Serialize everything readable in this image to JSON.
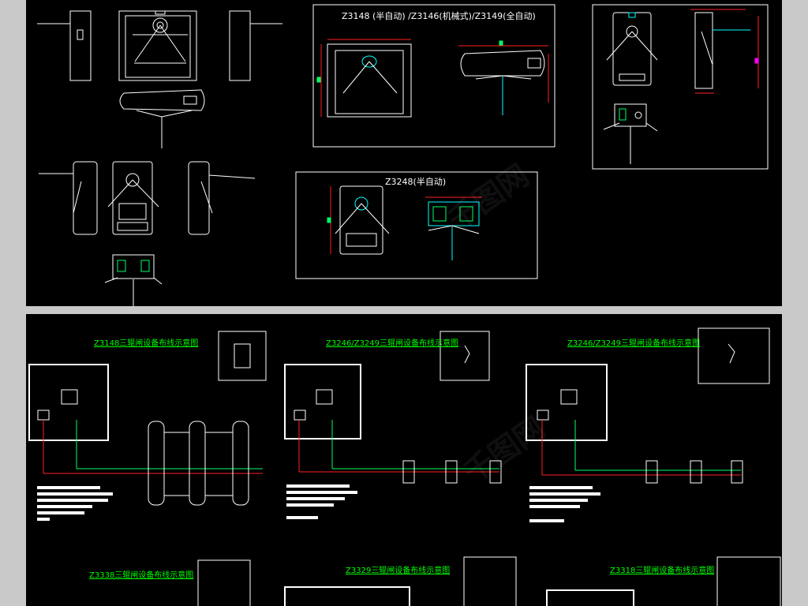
{
  "top_panel": {
    "box1_title": "Z3148 (半自动) /Z3146(机械式)/Z3149(全自动)",
    "box2_title": "Z3248(半自动)"
  },
  "bottom_panel": {
    "diagram_titles": [
      "Z3148三辊闸设备布线示意图",
      "Z3246/Z3249三辊闸设备布线示意图",
      "Z3246/Z3249三辊闸设备布线示意图",
      "Z3338三辊闸设备布线示意图",
      "Z3329三辊闸设备布线示意图",
      "Z3318三辊闸设备布线示意图"
    ]
  },
  "watermark": "千图网",
  "colors": {
    "background": "#000000",
    "frame": "#c9c9c9",
    "line": "#ffffff",
    "title_green": "#00ff00",
    "dim_red": "#ff2020",
    "dim_green": "#00ff66",
    "cyan": "#00ffff",
    "magenta": "#ff00ff"
  }
}
